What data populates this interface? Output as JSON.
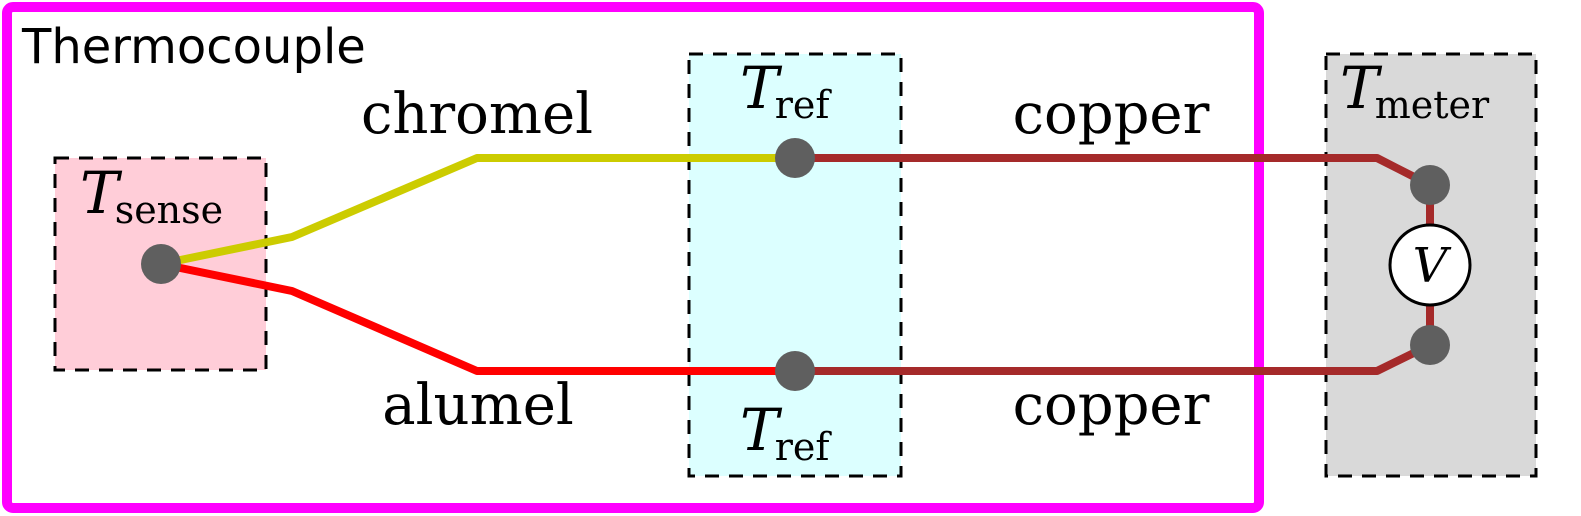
{
  "title": "Thermocouple",
  "zones": {
    "sense": {
      "main": "T",
      "sub": "sense"
    },
    "ref_top": {
      "main": "T",
      "sub": "ref"
    },
    "ref_bottom": {
      "main": "T",
      "sub": "ref"
    },
    "meter": {
      "main": "T",
      "sub": "meter"
    }
  },
  "wires": {
    "chromel": "chromel",
    "alumel": "alumel",
    "copper_top": "copper",
    "copper_bottom": "copper"
  },
  "voltmeter": "V",
  "colors": {
    "frame": "#ff00ff",
    "chromel": "#cccc00",
    "alumel": "#ff0000",
    "copper": "#a52a2a",
    "sense_zone": "#ffcdd8",
    "ref_zone": "#dcffff",
    "meter_zone": "#d9d9d9",
    "node": "#5f5f5f"
  }
}
